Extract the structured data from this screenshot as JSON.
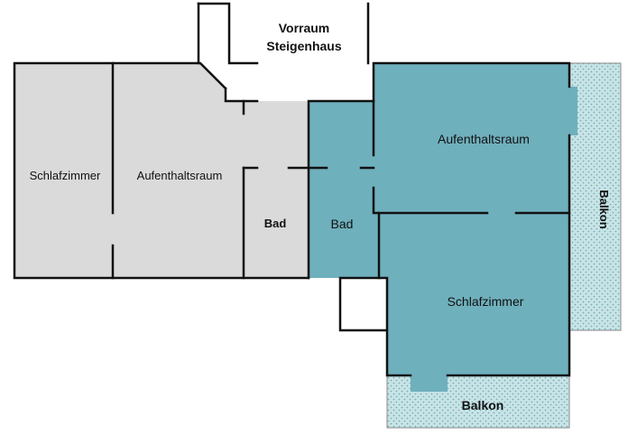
{
  "colors": {
    "grey_area": "#dadada",
    "teal_area": "#6fb0bd",
    "balcony": "#c7e3e6",
    "balcony_dots": "#6aa7ad",
    "wall": "#111111"
  },
  "rooms": {
    "vorraum_line1": "Vorraum",
    "vorraum_line2": "Steigenhaus",
    "grey_schlafzimmer": "Schlafzimmer",
    "grey_aufenthaltsraum": "Aufenthaltsraum",
    "grey_bad": "Bad",
    "teal_bad": "Bad",
    "teal_aufenthaltsraum": "Aufenthaltsraum",
    "teal_schlafzimmer": "Schlafzimmer",
    "balkon_right": "Balkon",
    "balkon_bottom": "Balkon"
  }
}
